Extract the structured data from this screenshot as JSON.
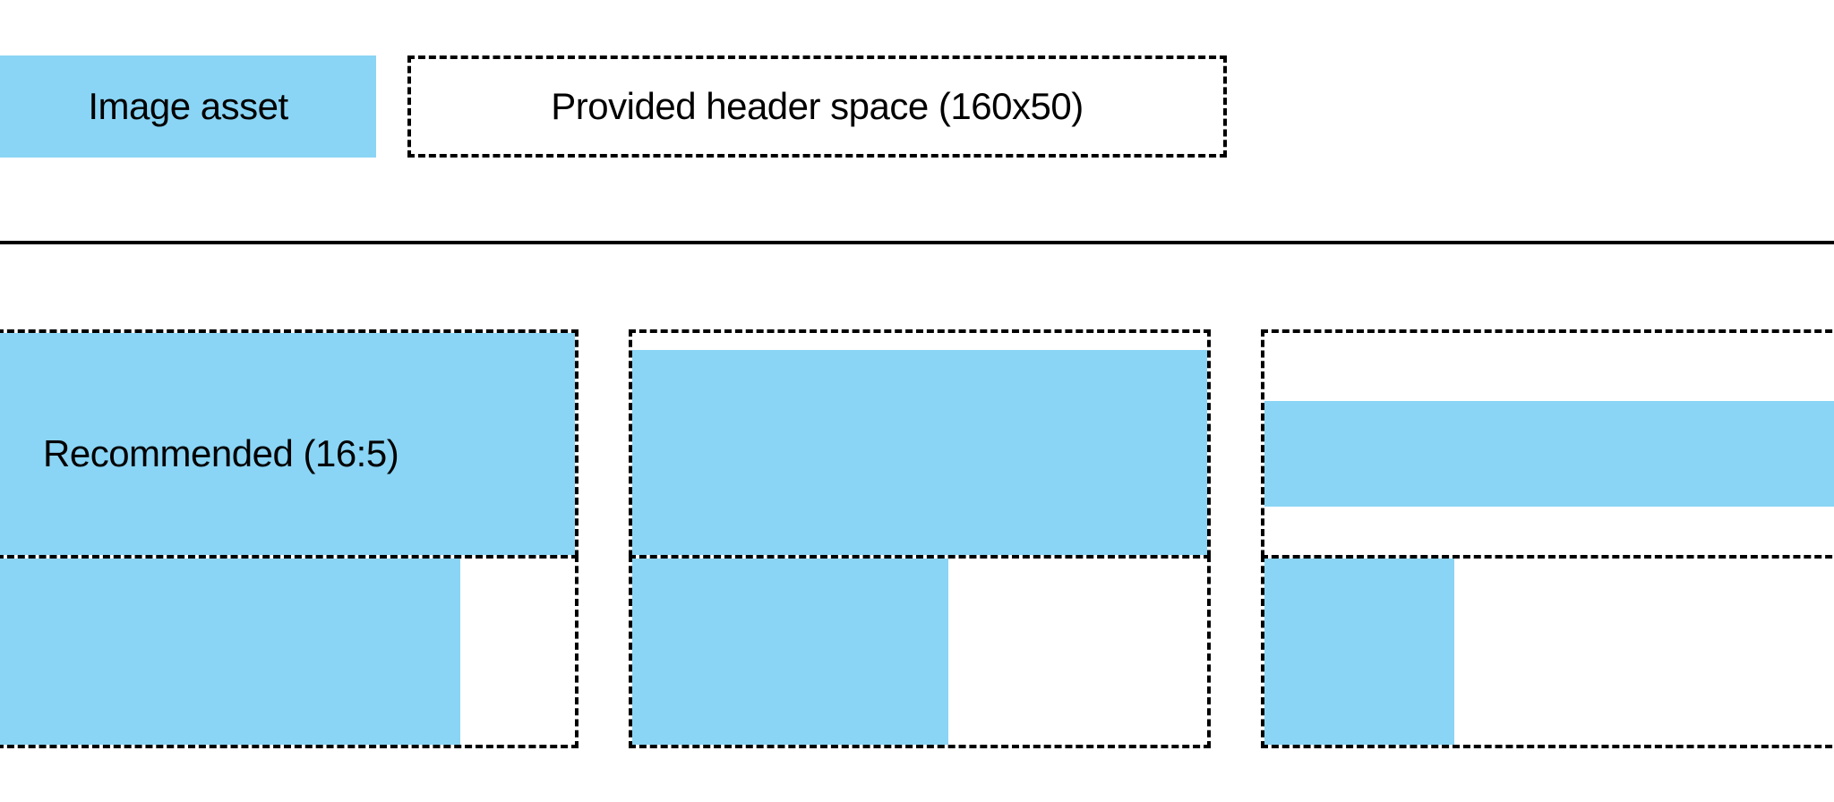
{
  "legend": {
    "asset_swatch_label": "Image asset",
    "header_space_label": "Provided header space (160x50)"
  },
  "colors": {
    "asset_blue": "#8AD5F5",
    "outline_black": "#000000",
    "background_white": "#FFFFFF"
  },
  "grid": {
    "rows": [
      {
        "name": "fit-height-variants",
        "cells": [
          {
            "id": "cell-r1c1",
            "label": "Recommended (16:5)",
            "fill": {
              "left_pct": 0,
              "top_pct": 0,
              "width_pct": 100,
              "height_pct": 100
            }
          },
          {
            "id": "cell-r1c2",
            "label": "",
            "fill": {
              "left_pct": 0,
              "top_pct": 7,
              "width_pct": 100,
              "height_pct": 86
            }
          },
          {
            "id": "cell-r1c3",
            "label": "",
            "fill": {
              "left_pct": 0,
              "top_pct": 28,
              "width_pct": 100,
              "height_pct": 44
            }
          }
        ]
      },
      {
        "name": "fit-width-variants",
        "cells": [
          {
            "id": "cell-r2c1",
            "label": "",
            "fill": {
              "left_pct": 0,
              "top_pct": 0,
              "width_pct": 80,
              "height_pct": 100
            }
          },
          {
            "id": "cell-r2c2",
            "label": "",
            "fill": {
              "left_pct": 0,
              "top_pct": 0,
              "width_pct": 55,
              "height_pct": 100
            }
          },
          {
            "id": "cell-r2c3",
            "label": "",
            "fill": {
              "left_pct": 0,
              "top_pct": 0,
              "width_pct": 33,
              "height_pct": 100
            }
          }
        ]
      }
    ]
  }
}
